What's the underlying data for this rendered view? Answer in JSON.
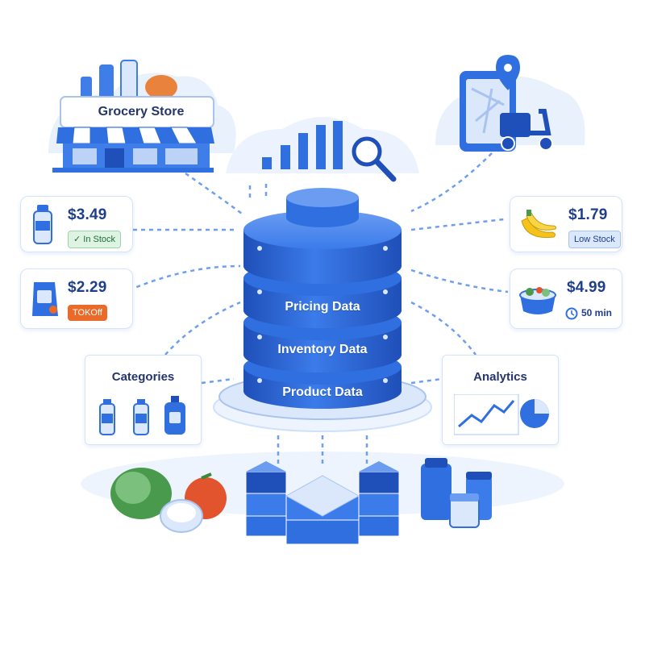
{
  "grocery_store": {
    "label": "Grocery Store"
  },
  "database": {
    "layers": [
      "Pricing Data",
      "Inventory Data",
      "Product Data"
    ]
  },
  "left_cards": [
    {
      "price": "$3.49",
      "badge": "✓ In Stock",
      "badge_style": "green",
      "icon": "milk-bottle-icon"
    },
    {
      "price": "$2.29",
      "badge": "TOKOff",
      "badge_style": "orange",
      "icon": "bagged-product-icon"
    }
  ],
  "right_cards": [
    {
      "price": "$1.79",
      "badge": "Low Stock",
      "badge_style": "blue",
      "icon": "banana-icon"
    },
    {
      "price": "$4.99",
      "badge": "50 min",
      "badge_style": "plain",
      "icon": "salad-bowl-icon"
    }
  ],
  "categories": {
    "title": "Categories"
  },
  "analytics": {
    "title": "Analytics"
  },
  "colors": {
    "primary_blue": "#2f6fe0",
    "dark_blue": "#1f4fb8",
    "light_blue": "#e6effd",
    "accent_orange": "#ea6a2a",
    "accent_green": "#2e9a55"
  }
}
